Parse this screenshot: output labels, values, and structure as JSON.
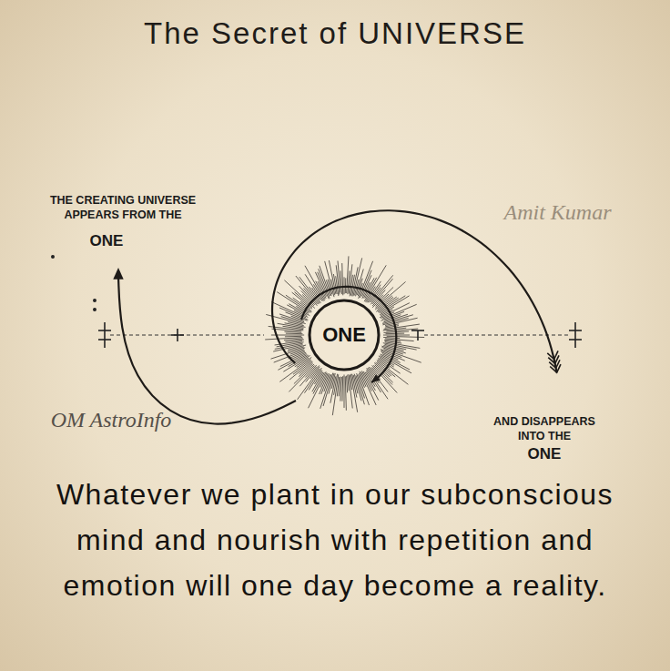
{
  "diagram": {
    "title": "The Secret of UNIVERSE",
    "caption": "Whatever we plant in our subconscious mind and nourish with repetition and emotion will one day become a reality.",
    "nodes": [
      {
        "text": [
          "ONE"
        ]
      }
    ],
    "labels": [
      "THE CREATING UNIVERSE APPEARS FROM THE",
      "ONE",
      "AND DISAPPEARS INTO THE",
      "ONE",
      "Amit Kumar",
      "OM AstroInfo"
    ]
  }
}
